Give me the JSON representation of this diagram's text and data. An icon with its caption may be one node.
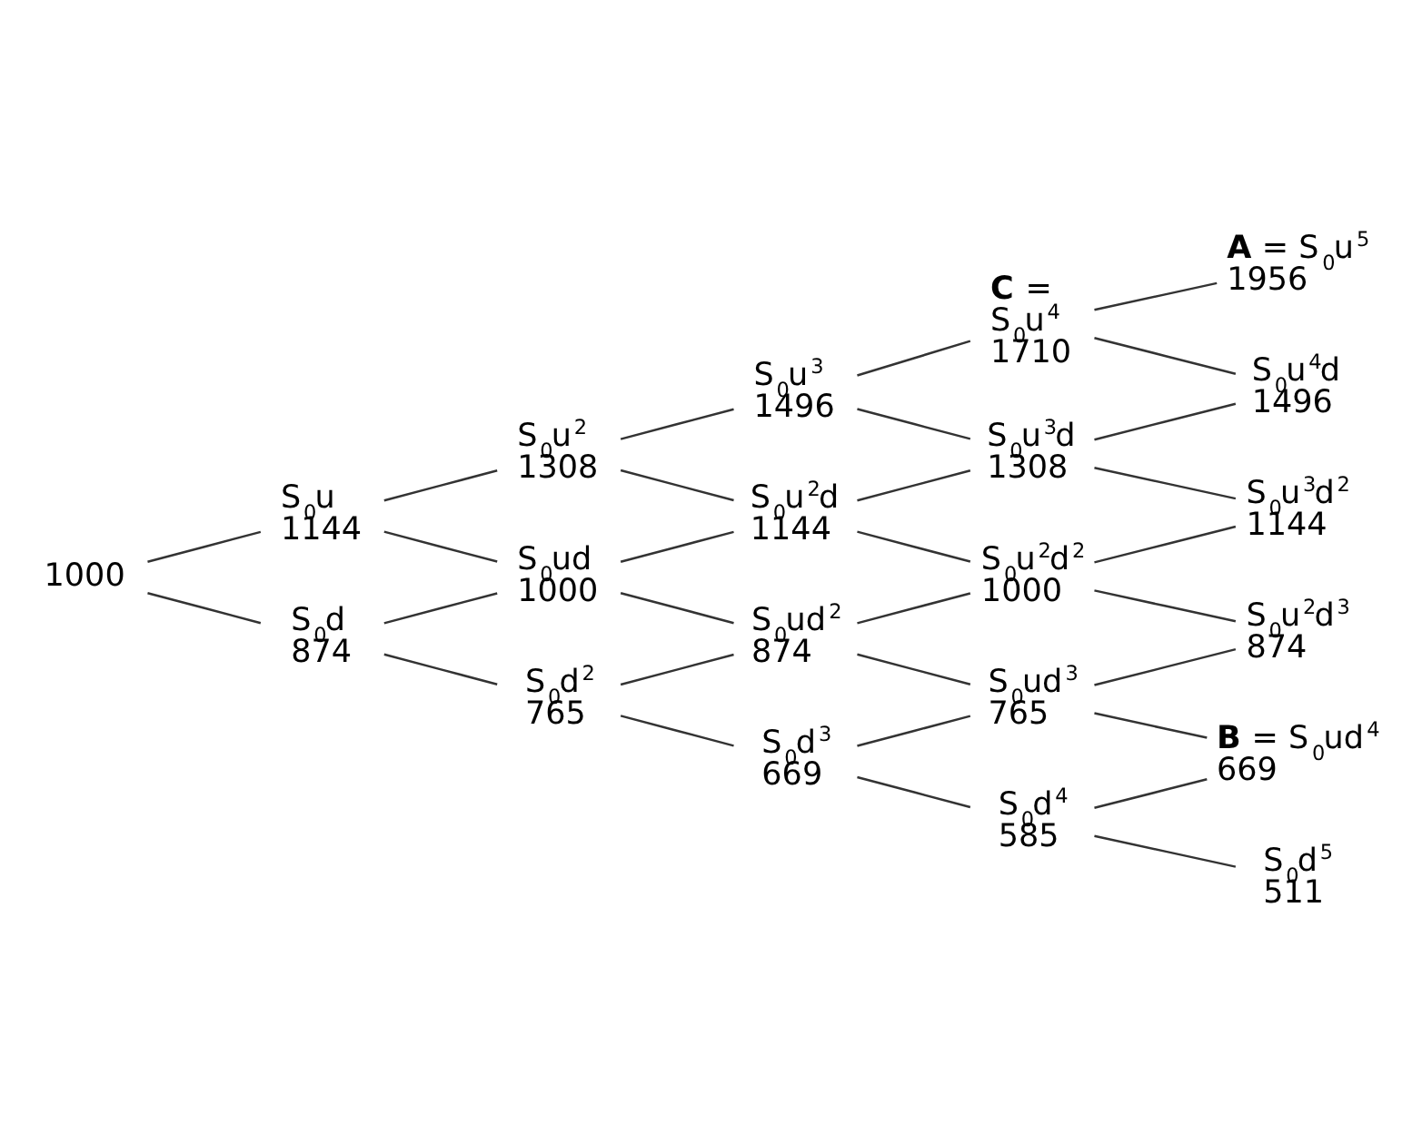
{
  "diagram": {
    "nodes": [
      {
        "text": [
          "1000"
        ]
      },
      {
        "text": [
          "S$_{0}$u",
          "1144"
        ]
      },
      {
        "text": [
          "S$_{0}$d",
          "874"
        ]
      },
      {
        "text": [
          "S$_{0}$u$^{2}$",
          "1308"
        ]
      },
      {
        "text": [
          "S$_{0}$ud",
          "1000"
        ]
      },
      {
        "text": [
          "S$_{0}$d$^{2}$",
          "765"
        ]
      },
      {
        "text": [
          "S$_{0}$u$^{3}$",
          "1496"
        ]
      },
      {
        "text": [
          "S$_{0}$u$^{2}$d",
          "1144"
        ]
      },
      {
        "text": [
          "S$_{0}$ud$^{2}$",
          "874"
        ]
      },
      {
        "text": [
          "S$_{0}$d$^{3}$",
          "669"
        ]
      },
      {
        "text": [
          "**C** =",
          "S$_{0}$u$^{4}$",
          "1710"
        ]
      },
      {
        "text": [
          "S$_{0}$u$^{3}$d",
          "1308"
        ]
      },
      {
        "text": [
          "S$_{0}$u$^{2}$d$^{2}$",
          "1000"
        ]
      },
      {
        "text": [
          "S$_{0}$ud$^{3}$",
          "765"
        ]
      },
      {
        "text": [
          "S$_{0}$d$^{4}$",
          "585"
        ]
      },
      {
        "text": [
          "**A** = S$_{0}$u$^{5}$",
          "1956"
        ]
      },
      {
        "text": [
          "S$_{0}$u$^{4}$d",
          "1496"
        ]
      },
      {
        "text": [
          "S$_{0}$u$^{3}$d$^{2}$",
          "1144"
        ]
      },
      {
        "text": [
          "S$_{0}$u$^{2}$d$^{3}$",
          "874"
        ]
      },
      {
        "text": [
          "**B** = S$_{0}$ud$^{4}$",
          "669"
        ]
      },
      {
        "text": [
          "S$_{0}$d$^{5}$",
          "511"
        ]
      }
    ],
    "edges": [
      {
        "from": 0,
        "to": 1,
        "arrow": "none"
      },
      {
        "from": 0,
        "to": 2,
        "arrow": "none"
      },
      {
        "from": 1,
        "to": 3,
        "arrow": "none"
      },
      {
        "from": 1,
        "to": 4,
        "arrow": "none"
      },
      {
        "from": 2,
        "to": 4,
        "arrow": "none"
      },
      {
        "from": 2,
        "to": 5,
        "arrow": "none"
      },
      {
        "from": 3,
        "to": 6,
        "arrow": "none"
      },
      {
        "from": 3,
        "to": 7,
        "arrow": "none"
      },
      {
        "from": 4,
        "to": 7,
        "arrow": "none"
      },
      {
        "from": 4,
        "to": 8,
        "arrow": "none"
      },
      {
        "from": 5,
        "to": 8,
        "arrow": "none"
      },
      {
        "from": 5,
        "to": 9,
        "arrow": "none"
      },
      {
        "from": 6,
        "to": 10,
        "arrow": "none"
      },
      {
        "from": 6,
        "to": 11,
        "arrow": "none"
      },
      {
        "from": 7,
        "to": 11,
        "arrow": "none"
      },
      {
        "from": 7,
        "to": 12,
        "arrow": "none"
      },
      {
        "from": 8,
        "to": 12,
        "arrow": "none"
      },
      {
        "from": 8,
        "to": 13,
        "arrow": "none"
      },
      {
        "from": 9,
        "to": 13,
        "arrow": "none"
      },
      {
        "from": 9,
        "to": 14,
        "arrow": "none"
      },
      {
        "from": 10,
        "to": 15,
        "arrow": "none"
      },
      {
        "from": 10,
        "to": 16,
        "arrow": "none"
      },
      {
        "from": 11,
        "to": 16,
        "arrow": "none"
      },
      {
        "from": 11,
        "to": 17,
        "arrow": "none"
      },
      {
        "from": 12,
        "to": 17,
        "arrow": "none"
      },
      {
        "from": 12,
        "to": 18,
        "arrow": "none"
      },
      {
        "from": 13,
        "to": 18,
        "arrow": "none"
      },
      {
        "from": 13,
        "to": 19,
        "arrow": "none"
      },
      {
        "from": 14,
        "to": 19,
        "arrow": "none"
      },
      {
        "from": 14,
        "to": 20,
        "arrow": "none"
      }
    ]
  }
}
